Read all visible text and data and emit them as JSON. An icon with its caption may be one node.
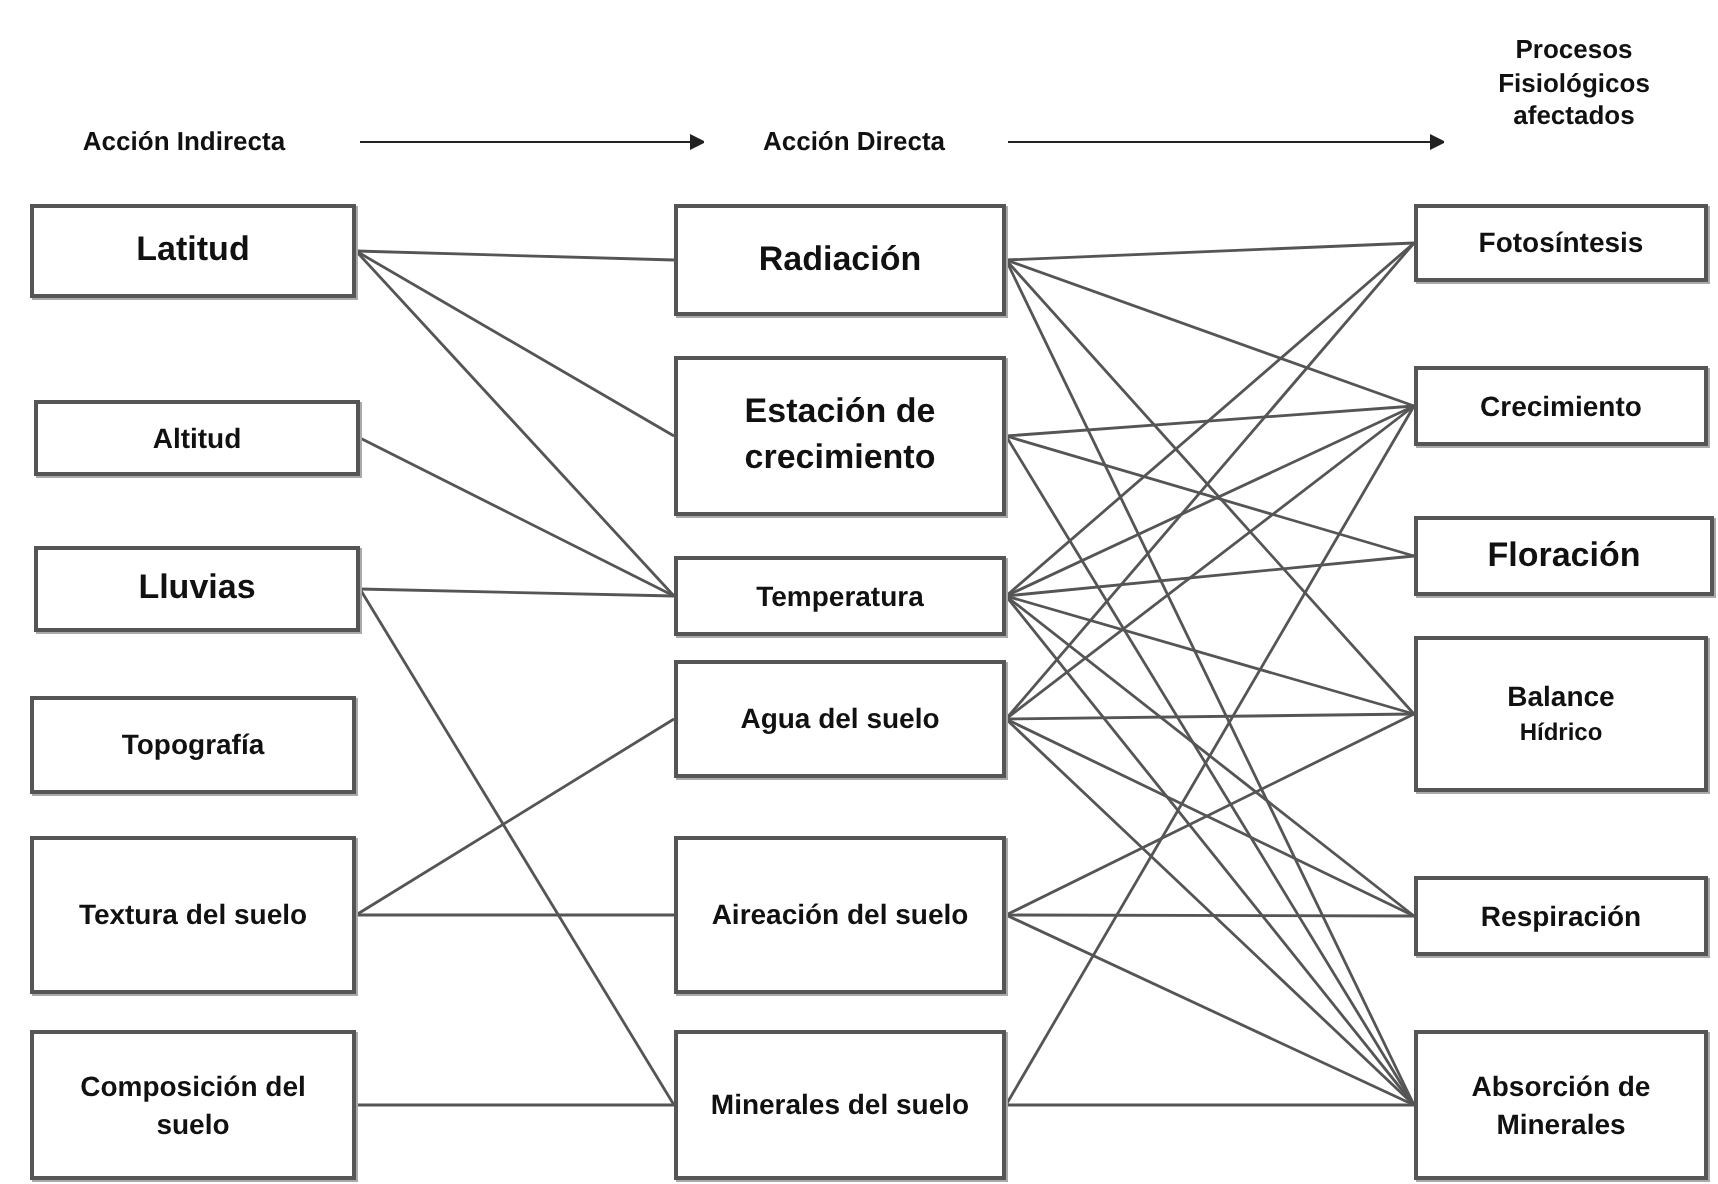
{
  "diagram": {
    "nodes": [
      {
        "text": [
          "Acción Indirecta"
        ]
      },
      {
        "text": [
          "Acción Directa"
        ]
      },
      {
        "text": [
          "Procesos Fisiológicos afectados"
        ]
      },
      {
        "text": [
          "Latitud"
        ]
      },
      {
        "text": [
          "Altitud"
        ]
      },
      {
        "text": [
          "Lluvias"
        ]
      },
      {
        "text": [
          "Topografía"
        ]
      },
      {
        "text": [
          "Textura del suelo"
        ]
      },
      {
        "text": [
          "Composición del suelo"
        ]
      },
      {
        "text": [
          "Radiación"
        ]
      },
      {
        "text": [
          "Estación de crecimiento"
        ]
      },
      {
        "text": [
          "Temperatura"
        ]
      },
      {
        "text": [
          "Agua del suelo"
        ]
      },
      {
        "text": [
          "Aireación del suelo"
        ]
      },
      {
        "text": [
          "Minerales del suelo"
        ]
      },
      {
        "text": [
          "Fotosíntesis"
        ]
      },
      {
        "text": [
          "Crecimiento"
        ]
      },
      {
        "text": [
          "Floración"
        ]
      },
      {
        "text": [
          "Balance",
          "Hídrico"
        ]
      },
      {
        "text": [
          "Respiración"
        ]
      },
      {
        "text": [
          "Absorción de Minerales"
        ]
      }
    ],
    "edges": [
      {
        "from": 0,
        "to": 1,
        "arrow": "to"
      },
      {
        "from": 1,
        "to": 2,
        "arrow": "to"
      },
      {
        "from": 3,
        "to": 9,
        "arrow": "none"
      },
      {
        "from": 3,
        "to": 10,
        "arrow": "none"
      },
      {
        "from": 3,
        "to": 11,
        "arrow": "none"
      },
      {
        "from": 4,
        "to": 11,
        "arrow": "none"
      },
      {
        "from": 5,
        "to": 11,
        "arrow": "none"
      },
      {
        "from": 5,
        "to": 14,
        "arrow": "none"
      },
      {
        "from": 7,
        "to": 12,
        "arrow": "none"
      },
      {
        "from": 7,
        "to": 13,
        "arrow": "none"
      },
      {
        "from": 8,
        "to": 14,
        "arrow": "none"
      },
      {
        "from": 9,
        "to": 15,
        "arrow": "none"
      },
      {
        "from": 9,
        "to": 16,
        "arrow": "none"
      },
      {
        "from": 9,
        "to": 18,
        "arrow": "none"
      },
      {
        "from": 9,
        "to": 20,
        "arrow": "none"
      },
      {
        "from": 10,
        "to": 16,
        "arrow": "none"
      },
      {
        "from": 10,
        "to": 17,
        "arrow": "none"
      },
      {
        "from": 10,
        "to": 20,
        "arrow": "none"
      },
      {
        "from": 11,
        "to": 15,
        "arrow": "none"
      },
      {
        "from": 11,
        "to": 16,
        "arrow": "none"
      },
      {
        "from": 11,
        "to": 17,
        "arrow": "none"
      },
      {
        "from": 11,
        "to": 18,
        "arrow": "none"
      },
      {
        "from": 11,
        "to": 19,
        "arrow": "none"
      },
      {
        "from": 11,
        "to": 20,
        "arrow": "none"
      },
      {
        "from": 12,
        "to": 15,
        "arrow": "none"
      },
      {
        "from": 12,
        "to": 16,
        "arrow": "none"
      },
      {
        "from": 12,
        "to": 18,
        "arrow": "none"
      },
      {
        "from": 12,
        "to": 19,
        "arrow": "none"
      },
      {
        "from": 12,
        "to": 20,
        "arrow": "none"
      },
      {
        "from": 13,
        "to": 18,
        "arrow": "none"
      },
      {
        "from": 13,
        "to": 19,
        "arrow": "none"
      },
      {
        "from": 13,
        "to": 20,
        "arrow": "none"
      },
      {
        "from": 14,
        "to": 16,
        "arrow": "none"
      },
      {
        "from": 14,
        "to": 20,
        "arrow": "none"
      }
    ]
  }
}
